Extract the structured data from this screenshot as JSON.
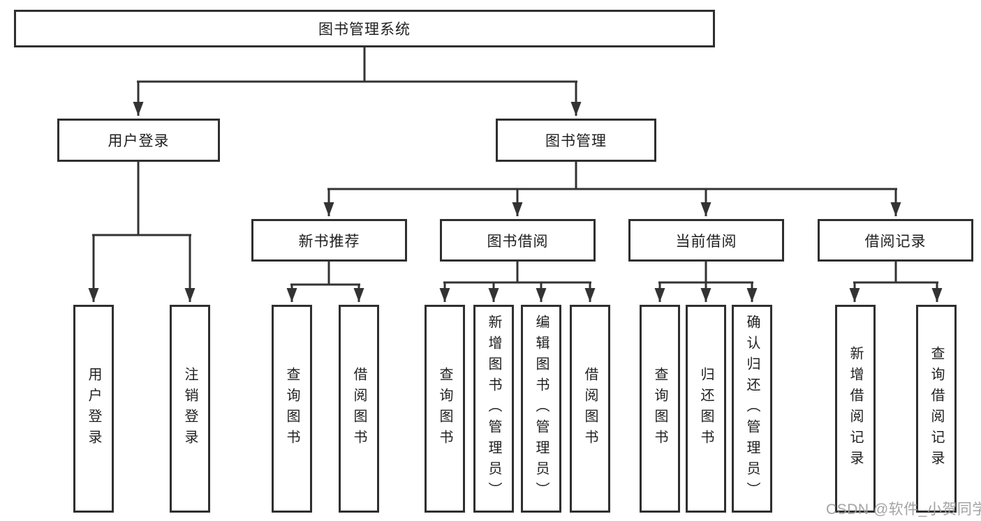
{
  "nodes": {
    "root": "图书管理系统",
    "level2": [
      "用户登录",
      "图书管理"
    ],
    "level3": [
      "新书推荐",
      "图书借阅",
      "当前借阅",
      "借阅记录"
    ],
    "leaves": {
      "user_login": [
        "用户登录",
        "注销登录"
      ],
      "new_book_recommend": [
        "查询图书",
        "借阅图书"
      ],
      "book_borrowing": [
        "查询图书",
        "新增图书（管理员）",
        "编辑图书（管理员）",
        "借阅图书"
      ],
      "current_borrowing": [
        "查询图书",
        "归还图书",
        "确认归还（管理员）"
      ],
      "borrowing_records": [
        "新增借阅记录",
        "查询借阅记录"
      ]
    }
  },
  "watermark": {
    "text": "CSDN @软件_小贺同学",
    "color": "#9e9e9e"
  },
  "colors": {
    "line": "#333333",
    "box_border": "#2f2f2f",
    "text": "#1f1f1f",
    "background": "#ffffff"
  }
}
